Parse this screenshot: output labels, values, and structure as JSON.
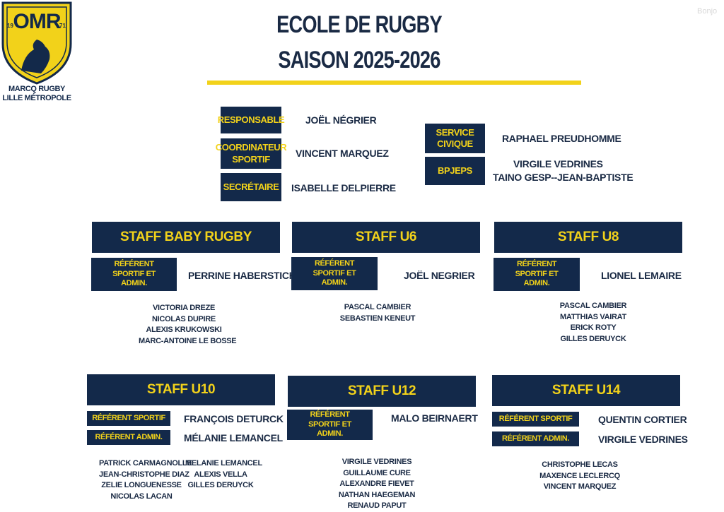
{
  "logo": {
    "top": "OMR",
    "year_left": "19",
    "year_right": "71",
    "line1": "MARCQ RUGBY",
    "line2": "LILLE MÉTROPOLE"
  },
  "corner_text": "Bonjo",
  "title": {
    "line1": "ECOLE DE RUGBY",
    "line2": "SAISON 2025-2026"
  },
  "colors": {
    "navy": "#13294a",
    "yellow": "#f2d21a",
    "text": "#1a2a44"
  },
  "top_roles": [
    {
      "label": "RESPONSABLE",
      "name": "JOËL NÉGRIER"
    },
    {
      "label": "COORDINATEUR SPORTIF",
      "name": "VINCENT MARQUEZ"
    },
    {
      "label": "SECRÉTAIRE",
      "name": "ISABELLE DELPIERRE"
    },
    {
      "label": "SERVICE CIVIQUE",
      "name": "RAPHAEL PREUDHOMME"
    },
    {
      "label": "BPJEPS",
      "name1": "VIRGILE VEDRINES",
      "name2": "TAINO GESP--JEAN-BAPTISTE"
    }
  ],
  "staffs": {
    "baby": {
      "header": "STAFF BABY RUGBY",
      "ref_label": "RÉFÉRENT SPORTIF ET ADMIN.",
      "ref_name": "PERRINE HABERSTICH",
      "members": [
        "VICTORIA DREZE",
        "NICOLAS DUPIRE",
        "ALEXIS KRUKOWSKI",
        "MARC-ANTOINE LE BOSSE"
      ]
    },
    "u6": {
      "header": "STAFF U6",
      "ref_label": "RÉFÉRENT SPORTIF ET ADMIN.",
      "ref_name": "JOËL NEGRIER",
      "members": [
        "PASCAL CAMBIER",
        "SEBASTIEN KENEUT"
      ]
    },
    "u8": {
      "header": "STAFF U8",
      "ref_label": "RÉFÉRENT SPORTIF ET ADMIN.",
      "ref_name": "LIONEL LEMAIRE",
      "members": [
        "PASCAL CAMBIER",
        "MATTHIAS VAIRAT",
        "ERICK ROTY",
        "GILLES DERUYCK"
      ]
    },
    "u10": {
      "header": "STAFF U10",
      "ref_sport_label": "RÉFÉRENT SPORTIF",
      "ref_sport_name": "FRANÇOIS DETURCK",
      "ref_admin_label": "RÉFÉRENT ADMIN.",
      "ref_admin_name": "MÉLANIE LEMANCEL",
      "members_left": [
        "PATRICK CARMAGNOLLE",
        "JEAN-CHRISTOPHE DIAZ",
        "ZELIE LONGUENESSE",
        "NICOLAS LACAN"
      ],
      "members_right": [
        "MELANIE LEMANCEL",
        "ALEXIS VELLA",
        "GILLES DERUYCK"
      ]
    },
    "u12": {
      "header": "STAFF U12",
      "ref_label": "RÉFÉRENT SPORTIF ET ADMIN.",
      "ref_name": "MALO BEIRNAERT",
      "members": [
        "VIRGILE VEDRINES",
        "GUILLAUME CURE",
        "ALEXANDRE FIEVET",
        "NATHAN HAEGEMAN",
        "RENAUD PAPUT"
      ]
    },
    "u14": {
      "header": "STAFF U14",
      "ref_sport_label": "RÉFÉRENT SPORTIF",
      "ref_sport_name": "QUENTIN CORTIER",
      "ref_admin_label": "RÉFÉRENT ADMIN.",
      "ref_admin_name": "VIRGILE VEDRINES",
      "members": [
        "CHRISTOPHE LECAS",
        "MAXENCE LECLERCQ",
        "VINCENT MARQUEZ"
      ]
    }
  }
}
